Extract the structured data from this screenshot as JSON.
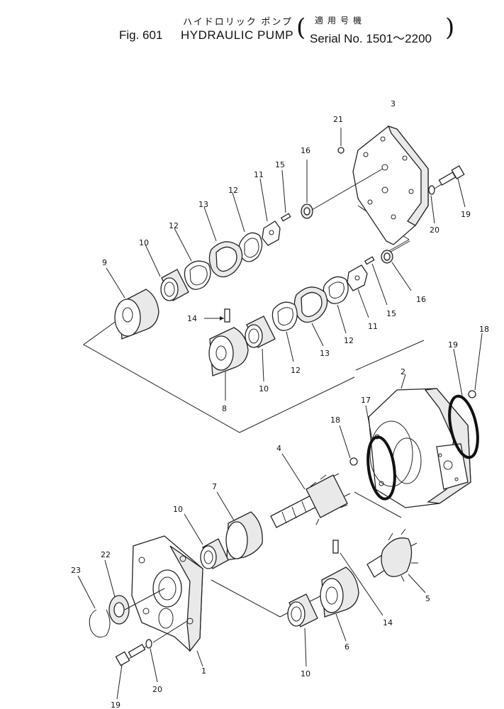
{
  "header": {
    "japanese_title": "ハイドロリック ポンプ",
    "japanese_serial": "適用号機",
    "figure_number": "Fig. 601",
    "title": "HYDRAULIC PUMP",
    "serial": "Serial No. 1501～2200",
    "paren_left": "(",
    "paren_right": ")"
  },
  "callouts": {
    "c1": "1",
    "c2": "2",
    "c3": "3",
    "c4": "4",
    "c5": "5",
    "c6": "6",
    "c7": "7",
    "c8": "8",
    "c9": "9",
    "c10a": "10",
    "c10b": "10",
    "c10c": "10",
    "c10d": "10",
    "c11a": "11",
    "c11b": "11",
    "c12a": "12",
    "c12b": "12",
    "c12c": "12",
    "c12d": "12",
    "c13a": "13",
    "c13b": "13",
    "c14a": "14",
    "c14b": "14",
    "c15a": "15",
    "c15b": "15",
    "c16a": "16",
    "c16b": "16",
    "c17": "17",
    "c18a": "18",
    "c18b": "18",
    "c19a": "19",
    "c19b": "19",
    "c19c": "19",
    "c20a": "20",
    "c20b": "20",
    "c21": "21",
    "c22": "22",
    "c23": "23"
  }
}
